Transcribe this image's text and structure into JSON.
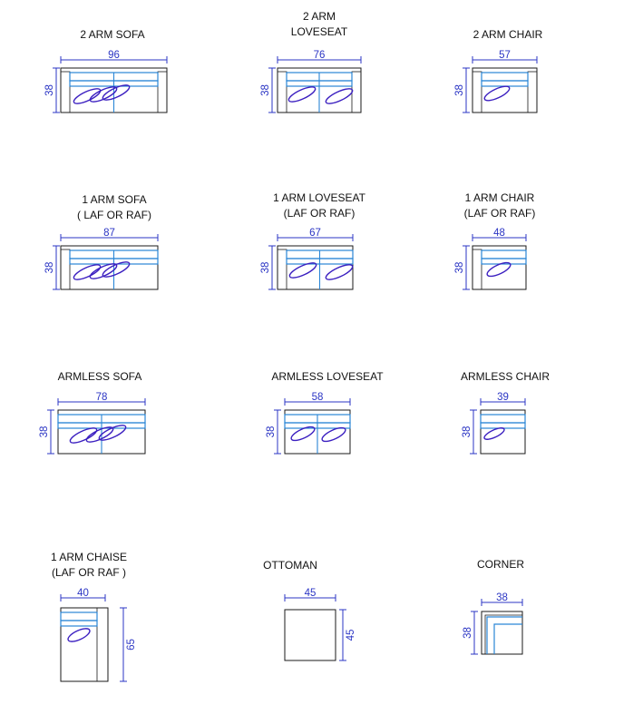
{
  "colors": {
    "dimension": "#2b35c4",
    "outline": "#1a1a1a",
    "cushion": "#2a86d6",
    "pillow": "#3b1fc0"
  },
  "pieces": [
    {
      "id": "2-arm-sofa",
      "label_lines": [
        "2 ARM SOFA"
      ],
      "width": "96",
      "depth": "38"
    },
    {
      "id": "2-arm-loveseat",
      "label_lines": [
        "2 ARM",
        "LOVESEAT"
      ],
      "width": "76",
      "depth": "38"
    },
    {
      "id": "2-arm-chair",
      "label_lines": [
        "2 ARM CHAIR"
      ],
      "width": "57",
      "depth": "38"
    },
    {
      "id": "1-arm-sofa",
      "label_lines": [
        "1 ARM SOFA",
        "( LAF OR RAF)"
      ],
      "width": "87",
      "depth": "38"
    },
    {
      "id": "1-arm-loveseat",
      "label_lines": [
        "1 ARM  LOVESEAT",
        "(LAF OR RAF)"
      ],
      "width": "67",
      "depth": "38"
    },
    {
      "id": "1-arm-chair",
      "label_lines": [
        "1 ARM  CHAIR",
        "(LAF OR RAF)"
      ],
      "width": "48",
      "depth": "38"
    },
    {
      "id": "armless-sofa",
      "label_lines": [
        "ARMLESS  SOFA"
      ],
      "width": "78",
      "depth": "38"
    },
    {
      "id": "armless-loveseat",
      "label_lines": [
        "ARMLESS  LOVESEAT"
      ],
      "width": "58",
      "depth": "38"
    },
    {
      "id": "armless-chair",
      "label_lines": [
        "ARMLESS  CHAIR"
      ],
      "width": "39",
      "depth": "38"
    },
    {
      "id": "1-arm-chaise",
      "label_lines": [
        "1 ARM CHAISE",
        "(LAF OR RAF )"
      ],
      "width": "40",
      "depth": "65"
    },
    {
      "id": "ottoman",
      "label_lines": [
        "OTTOMAN"
      ],
      "width": "45",
      "depth": "45"
    },
    {
      "id": "corner",
      "label_lines": [
        "CORNER"
      ],
      "width": "38",
      "depth": "38"
    }
  ]
}
